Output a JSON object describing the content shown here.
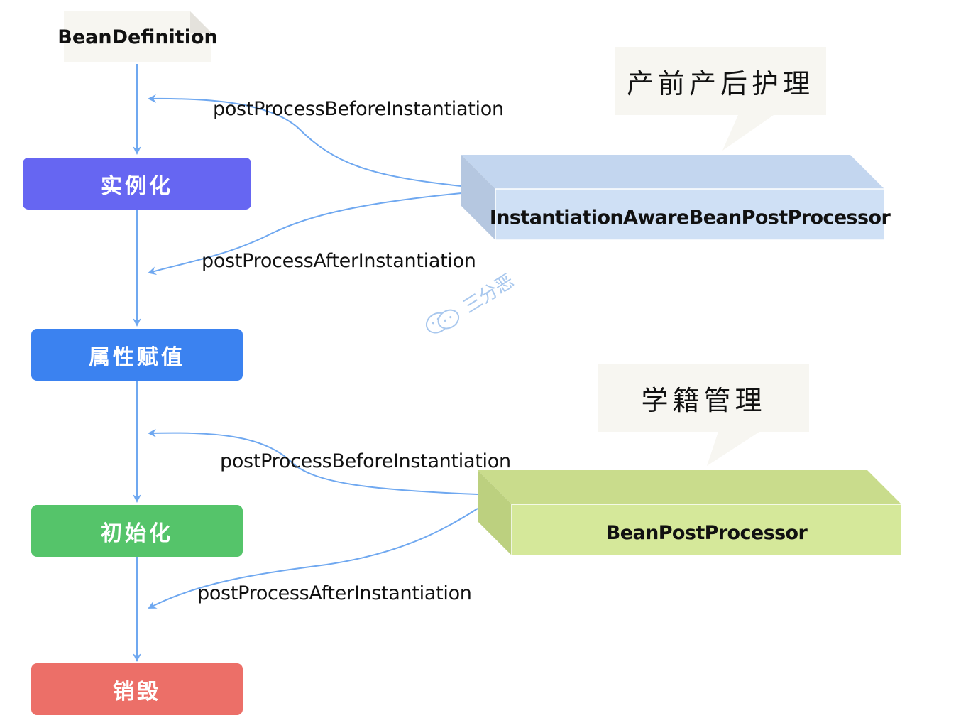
{
  "diagram": {
    "source_node": {
      "label": "BeanDefinition"
    },
    "stages": [
      {
        "id": "instantiate",
        "label": "实例化",
        "color": "#6666f2"
      },
      {
        "id": "populate",
        "label": "属性赋值",
        "color": "#3b82f0"
      },
      {
        "id": "initialize",
        "label": "初始化",
        "color": "#55c46a"
      },
      {
        "id": "destroy",
        "label": "销毁",
        "color": "#ec6f68"
      }
    ],
    "processors": [
      {
        "id": "instantiation-aware",
        "label": "InstantiationAwareBeanPostProcessor",
        "callout": "产前产后护理",
        "front_color": "#cfe0f5",
        "top_color": "#c3d6ef",
        "side_color": "#b5c7e0",
        "callbacks": {
          "before": "postProcessBeforeInstantiation",
          "after": "postProcessAfterInstantiation"
        }
      },
      {
        "id": "bean-post",
        "label": "BeanPostProcessor",
        "callout": "学籍管理",
        "front_color": "#d5e89a",
        "top_color": "#c9dc8c",
        "side_color": "#bcd07f",
        "callbacks": {
          "before": "postProcessBeforeInstantiation",
          "after": "postProcessAfterInstantiation"
        }
      }
    ],
    "arrow_color": "#6fa8f0",
    "watermark": "三分恶"
  }
}
